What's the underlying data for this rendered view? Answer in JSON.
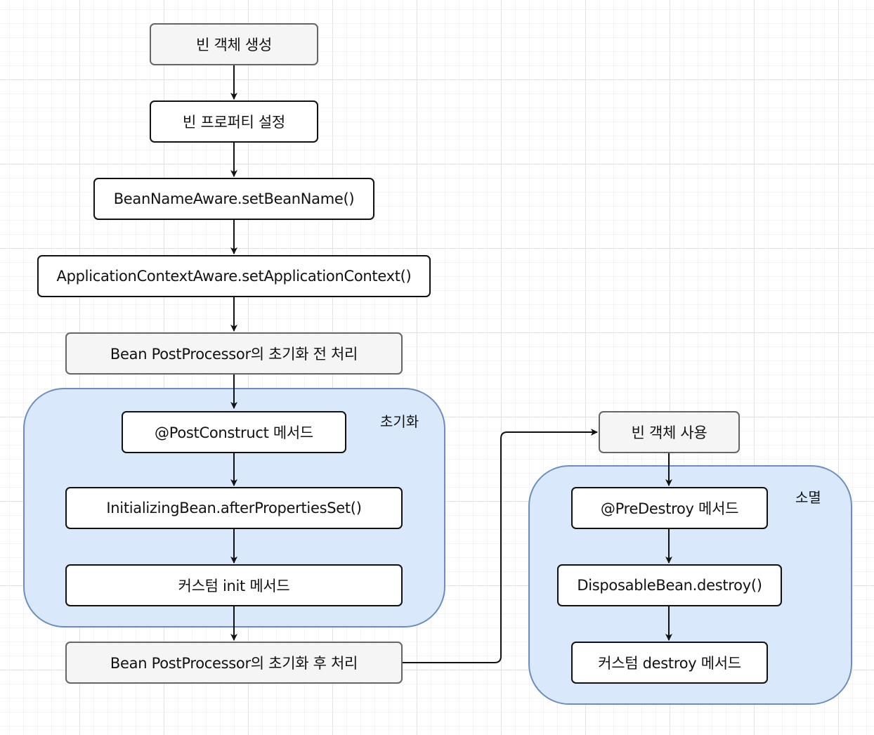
{
  "groups": {
    "init": {
      "label": "초기화"
    },
    "destroy": {
      "label": "소멸"
    }
  },
  "nodes": {
    "create": "빈 객체 생성",
    "props": "빈 프로퍼티 설정",
    "bean_name_aware": "BeanNameAware.setBeanName()",
    "app_ctx_aware": "ApplicationContextAware.setApplicationContext()",
    "bpp_before": "Bean PostProcessor의 초기화 전 처리",
    "post_construct": "@PostConstruct 메서드",
    "after_props_set": "InitializingBean.afterPropertiesSet()",
    "custom_init": "커스텀 init 메서드",
    "bpp_after": "Bean PostProcessor의 초기화 후 처리",
    "use": "빈 객체 사용",
    "pre_destroy": "@PreDestroy 메서드",
    "disposable_destroy": "DisposableBean.destroy()",
    "custom_destroy": "커스텀 destroy 메서드"
  },
  "colors": {
    "group_fill": "#dae8fc",
    "group_stroke": "#6c8ebf",
    "gray_fill": "#f5f5f5",
    "gray_stroke": "#666666",
    "edge": "#111111"
  }
}
